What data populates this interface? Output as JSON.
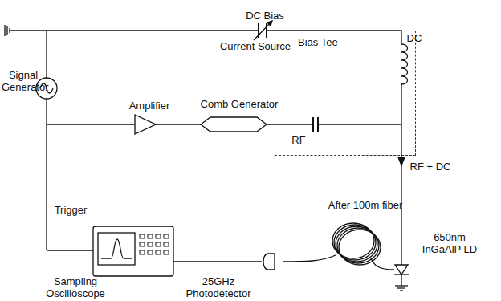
{
  "diagram": {
    "nodes": [
      {
        "text": [
          "Bias Tee"
        ]
      }
    ],
    "edges": [],
    "labels": [
      "DC Bias",
      "Current Source",
      "Signal Generator",
      "Amplifier",
      "Comb Generator",
      "DC",
      "RF",
      "RF + DC",
      "After 100m fiber",
      "650nm InGaAlP LD",
      "Trigger",
      "Sampling Oscilloscope",
      "25GHz Photodetector"
    ]
  }
}
